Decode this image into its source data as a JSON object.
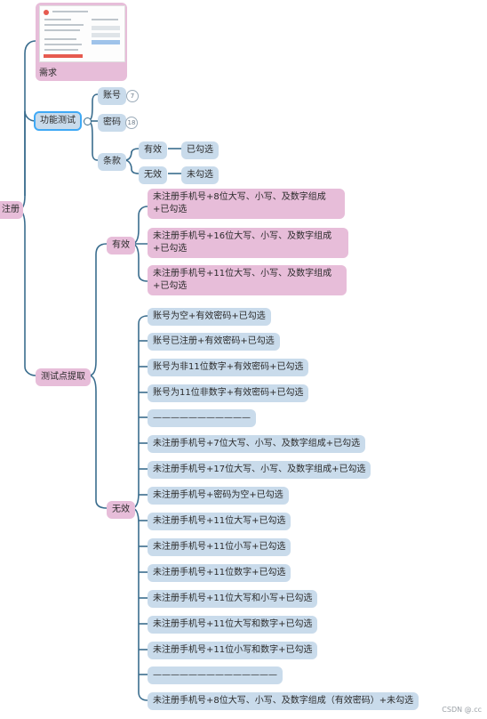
{
  "root": {
    "label": "注册"
  },
  "requirement": {
    "label": "需求"
  },
  "functional": {
    "label": "功能测试",
    "account": {
      "label": "账号",
      "count": "7"
    },
    "password": {
      "label": "密码",
      "count": "18"
    },
    "terms": {
      "label": "条款",
      "valid": {
        "label": "有效",
        "child": "已勾选"
      },
      "invalid": {
        "label": "无效",
        "child": "未勾选"
      }
    }
  },
  "extraction": {
    "label": "测试点提取",
    "valid": {
      "label": "有效",
      "items": [
        "未注册手机号+8位大写、小写、及数字组成+已勾选",
        "未注册手机号+16位大写、小写、及数字组成+已勾选",
        "未注册手机号+11位大写、小写、及数字组成+已勾选"
      ]
    },
    "invalid": {
      "label": "无效",
      "items": [
        "账号为空+有效密码+已勾选",
        "账号已注册+有效密码+已勾选",
        "账号为非11位数字+有效密码+已勾选",
        "账号为11位非数字+有效密码+已勾选",
        "———————————",
        "未注册手机号+7位大写、小写、及数字组成+已勾选",
        "未注册手机号+17位大写、小写、及数字组成+已勾选",
        "未注册手机号+密码为空+已勾选",
        "未注册手机号+11位大写+已勾选",
        "未注册手机号+11位小写+已勾选",
        "未注册手机号+11位数字+已勾选",
        "未注册手机号+11位大写和小写+已勾选",
        "未注册手机号+11位大写和数字+已勾选",
        "未注册手机号+11位小写和数字+已勾选",
        "——————————————",
        "未注册手机号+8位大写、小写、及数字组成（有效密码）+未勾选"
      ]
    }
  },
  "watermark": "CSDN @.cc"
}
